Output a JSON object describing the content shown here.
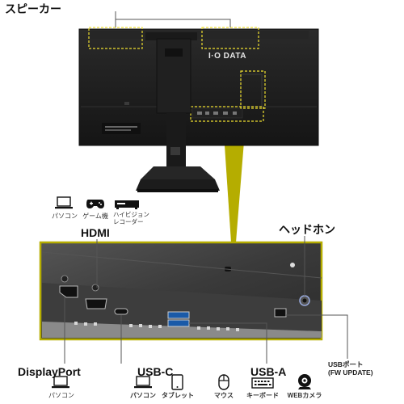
{
  "labels": {
    "speaker": "スピーカー",
    "hdmi": "HDMI",
    "headphone": "ヘッドホン",
    "displayport": "DisplayPort",
    "usbc": "USB-C",
    "usba": "USB-A",
    "usb_port_line1": "USBポート",
    "usb_port_line2": "(FW UPDATE)"
  },
  "brand": {
    "logo_text": "I·O DATA"
  },
  "hdmi_devices": [
    {
      "icon": "laptop-icon",
      "label": "パソコン"
    },
    {
      "icon": "gamepad-icon",
      "label": "ゲーム機"
    },
    {
      "icon": "recorder-icon",
      "label_line1": "ハイビジョン",
      "label_line2": "レコーダー"
    }
  ],
  "displayport_devices": [
    {
      "icon": "laptop-icon",
      "label": "パソコン"
    }
  ],
  "usbc_devices": [
    {
      "icon": "laptop-icon",
      "label": "パソコン"
    },
    {
      "icon": "tablet-icon",
      "label": "タブレット"
    }
  ],
  "usba_devices": [
    {
      "icon": "mouse-icon",
      "label": "マウス"
    },
    {
      "icon": "keyboard-icon",
      "label": "キーボード"
    },
    {
      "icon": "webcam-icon",
      "label": "WEBカメラ"
    }
  ],
  "colors": {
    "accent": "#f0e030",
    "olive": "#b5ad00",
    "monitor_body": "#1d1d1d",
    "panel": "#3a3a3a"
  }
}
